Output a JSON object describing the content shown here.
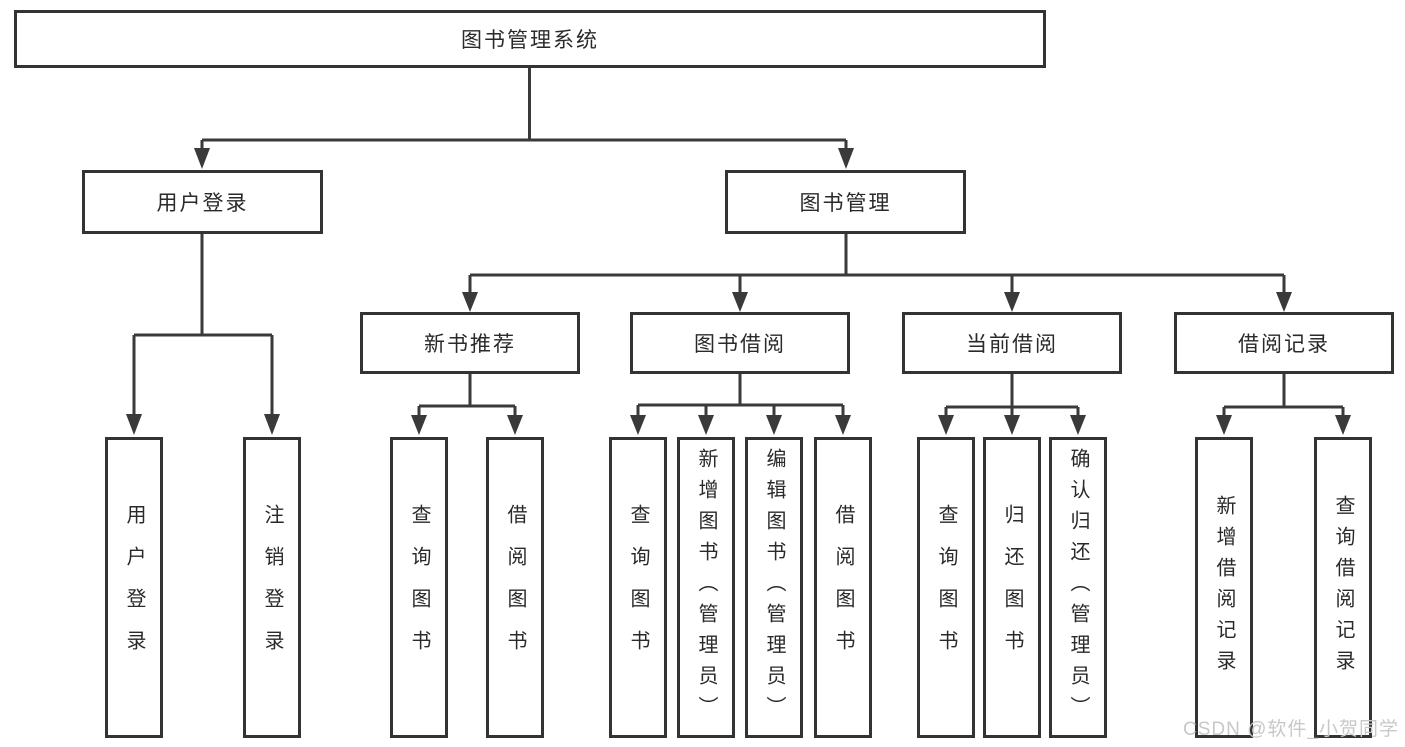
{
  "tree": {
    "label": "图书管理系统",
    "children": [
      {
        "label": "用户登录",
        "children": [
          {
            "label": "用户登录"
          },
          {
            "label": "注销登录"
          }
        ]
      },
      {
        "label": "图书管理",
        "children": [
          {
            "label": "新书推荐",
            "children": [
              {
                "label": "查询图书"
              },
              {
                "label": "借阅图书"
              }
            ]
          },
          {
            "label": "图书借阅",
            "children": [
              {
                "label": "查询图书"
              },
              {
                "label": "新增图书（管理员）"
              },
              {
                "label": "编辑图书（管理员）"
              },
              {
                "label": "借阅图书"
              }
            ]
          },
          {
            "label": "当前借阅",
            "children": [
              {
                "label": "查询图书"
              },
              {
                "label": "归还图书"
              },
              {
                "label": "确认归还（管理员）"
              }
            ]
          },
          {
            "label": "借阅记录",
            "children": [
              {
                "label": "新增借阅记录"
              },
              {
                "label": "查询借阅记录"
              }
            ]
          }
        ]
      }
    ]
  },
  "watermark": {
    "text": "CSDN @软件_小贺同学"
  },
  "colors": {
    "line": "#3a3a3a",
    "box_border": "#333333",
    "text": "#2a2a2a",
    "watermark": "#c8c8c8",
    "background": "#ffffff"
  }
}
